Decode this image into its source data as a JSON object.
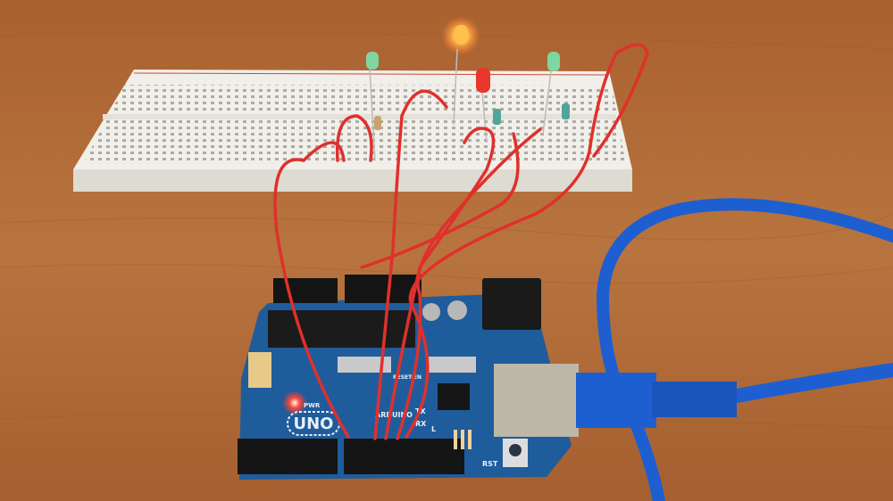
{
  "scene": {
    "board_labels": {
      "model": "UNO",
      "brand": "ARDUINO",
      "power_led": "PWR",
      "tx": "TX",
      "rx": "RX",
      "l": "L",
      "reset_en": "RESET-EN",
      "reset": "RST"
    },
    "colors": {
      "wood": "#b06a38",
      "breadboard": "#f1efe9",
      "board": "#1f5c9c",
      "wire": "#e0302c",
      "cable": "#1d5fd0",
      "led_on": "#ffb347",
      "led_green": "#7fd6a0"
    }
  }
}
